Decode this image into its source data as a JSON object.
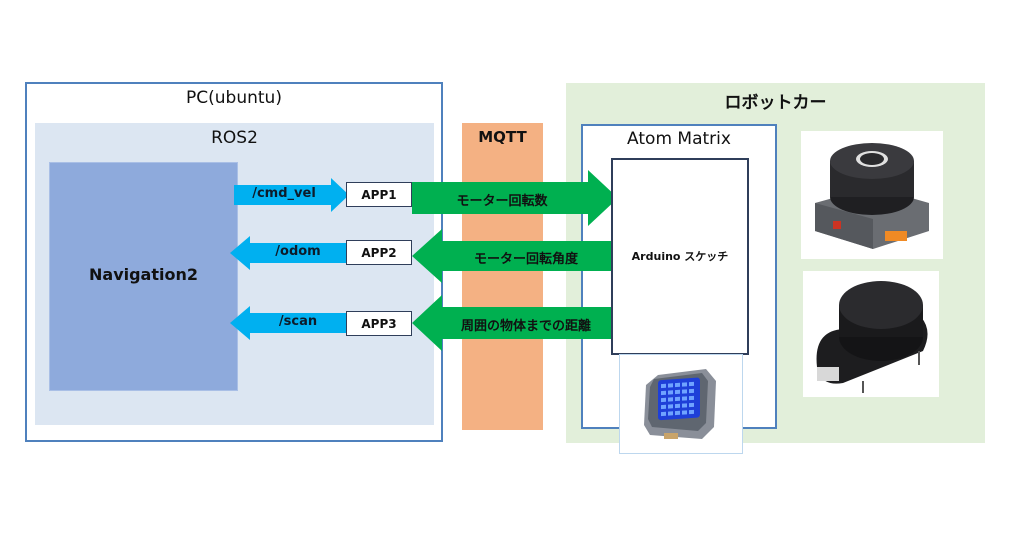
{
  "pc": {
    "title": "PC(ubuntu)"
  },
  "ros": {
    "title": "ROS2",
    "navigation": "Navigation2"
  },
  "topics": [
    {
      "name": "/cmd_vel",
      "direction": "right"
    },
    {
      "name": "/odom",
      "direction": "left"
    },
    {
      "name": "/scan",
      "direction": "left"
    }
  ],
  "apps": [
    "APP1",
    "APP2",
    "APP3"
  ],
  "mqtt": {
    "title": "MQTT"
  },
  "messages": [
    {
      "label": "モーター回転数",
      "direction": "right"
    },
    {
      "label": "モーター回転角度",
      "direction": "left"
    },
    {
      "label": "周囲の物体までの距離",
      "direction": "left"
    }
  ],
  "robot": {
    "title": "ロボットカー",
    "controller": {
      "title": "Atom Matrix",
      "sketch": "Arduino スケッチ"
    },
    "images": [
      "atom-matrix-device",
      "motor-unit",
      "lidar-sensor"
    ]
  },
  "colors": {
    "pc_border": "#4f81bd",
    "ros_bg": "#dce6f2",
    "nav_bg": "#8eaadc",
    "topic_arrow": "#00b0f0",
    "mqtt_arrow": "#00b050",
    "mqtt_bg": "#f4b183",
    "robot_bg": "#e2efda"
  }
}
